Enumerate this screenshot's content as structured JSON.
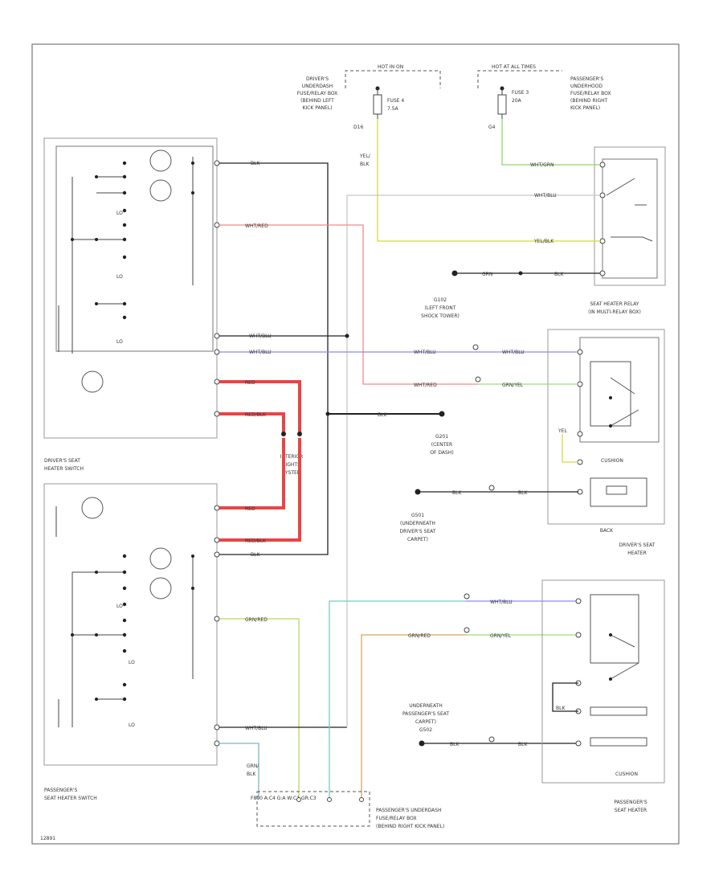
{
  "fuses": {
    "fuse4": {
      "header": "HOT IN ON",
      "label": "FUSE 4",
      "rating": "7.5A",
      "ref": "D16"
    },
    "fuse3": {
      "header": "HOT AT ALL TIMES",
      "label": "FUSE 3",
      "rating": "20A",
      "ref": "G4"
    }
  },
  "boxes": {
    "drivers_fuse_box": [
      "DRIVER'S",
      "UNDERDASH",
      "FUSE/RELAY BOX",
      "(BEHIND LEFT",
      "KICK PANEL)"
    ],
    "passengers_fuse_box_top": [
      "PASSENGER'S",
      "UNDERHOOD",
      "FUSE/RELAY BOX",
      "(BEHIND RIGHT",
      "KICK PANEL)"
    ],
    "passengers_fuse_box_bottom": [
      "PASSENGER'S UNDERDASH",
      "FUSE/RELAY BOX",
      "(BEHIND RIGHT KICK PANEL)"
    ]
  },
  "components": {
    "drivers_switch": [
      "DRIVER'S SEAT",
      "HEATER SWITCH"
    ],
    "passengers_switch": [
      "PASSENGER'S",
      "SEAT HEATER SWITCH"
    ],
    "relay": [
      "SEAT HEATER RELAY",
      "(IN MULTI-RELAY BOX)"
    ],
    "drivers_heater": [
      "DRIVER'S SEAT",
      "HEATER"
    ],
    "passengers_heater": [
      "PASSENGER'S",
      "SEAT HEATER"
    ],
    "interior_lights": [
      "INTERIOR",
      "LIGHTS",
      "SYSTEM"
    ],
    "back": "BACK",
    "cushion": "CUSHION",
    "lo": "LO"
  },
  "grounds": {
    "g102": [
      "G102",
      "(LEFT FRONT",
      "SHOCK TOWER)"
    ],
    "g201": [
      "G201",
      "(CENTER",
      "OF DASH)"
    ],
    "g501": [
      "G501",
      "(UNDERNEATH",
      "DRIVER'S SEAT",
      "CARPET)"
    ],
    "g502": [
      "UNDERNEATH",
      "PASSENGER'S SEAT",
      "CARPET)",
      "G502"
    ]
  },
  "wires": {
    "blk": "BLK",
    "wht_red": "WHT/RED",
    "wht_blu": "WHT/BLU",
    "wht_grn": "WHT/GRN",
    "yel_blk": "YEL/BLK",
    "yel_blk_stack": [
      "YEL/",
      "BLK"
    ],
    "grn": "GRN",
    "red": "RED",
    "red_blk": "RED/BLK",
    "grn_red": "GRN/RED",
    "grn_yel": "GRN/YEL",
    "grn_blk_stack": [
      "GRN/",
      "BLK"
    ],
    "yel": "YEL",
    "bottom_pins": "F800  A:C4  G:A  W:C1  GR:C3"
  },
  "figure_id": "12891"
}
